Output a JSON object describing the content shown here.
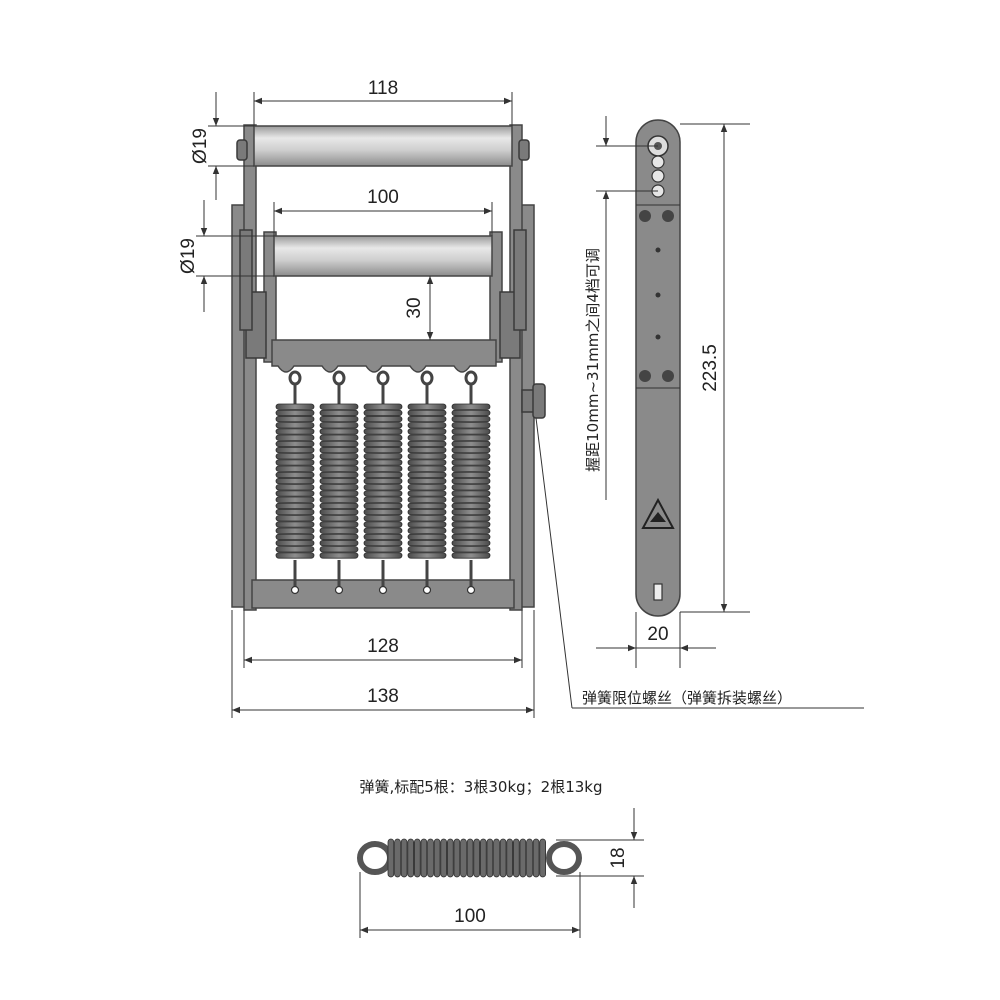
{
  "front_view": {
    "dim_top_width": "118",
    "dim_inner_width": "100",
    "dim_top_diameter": "Ø19",
    "dim_inner_diameter": "Ø19",
    "dim_height_30": "30",
    "dim_width_128": "128",
    "dim_width_138": "138"
  },
  "side_view": {
    "grip_note": "握距10mm~31mm之间4档可调",
    "dim_length": "223.5",
    "dim_width": "20"
  },
  "callout": {
    "screw_label": "弹簧限位螺丝（弹簧拆装螺丝）"
  },
  "spring_detail": {
    "caption": "弹簧,标配5根：3根30kg；2根13kg",
    "dim_length": "100",
    "dim_diameter": "18"
  },
  "colors": {
    "metal": "#8a8a8a",
    "roller": "#d0d0d0",
    "spring": "#6e6e6e"
  }
}
